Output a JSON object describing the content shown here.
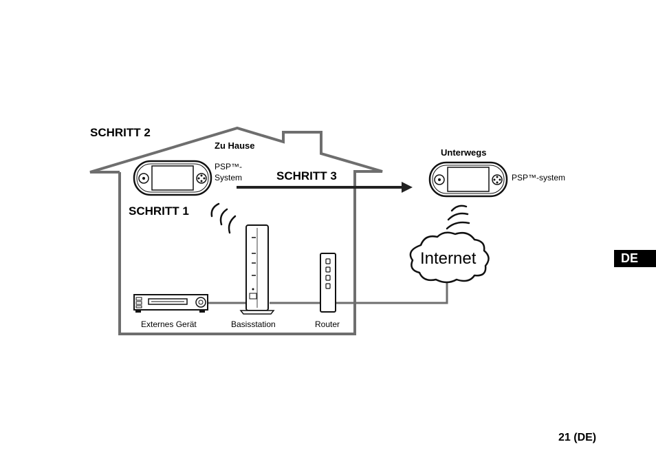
{
  "steps": {
    "step1": "SCHRITT 1",
    "step2": "SCHRITT 2",
    "step3": "SCHRITT 3"
  },
  "home": {
    "title": "Zu Hause",
    "psp_label_line1": "PSP™-",
    "psp_label_line2": "System"
  },
  "away": {
    "title": "Unterwegs",
    "psp_label": "PSP™-system"
  },
  "devices": {
    "external": "Externes Gerät",
    "base_station": "Basisstation",
    "router": "Router"
  },
  "internet": "Internet",
  "language_tab": "DE",
  "page_number": "21 (DE)",
  "colors": {
    "lines": "#6e6e6e",
    "dark": "#1a1a1a",
    "tab_bg": "#000000"
  }
}
